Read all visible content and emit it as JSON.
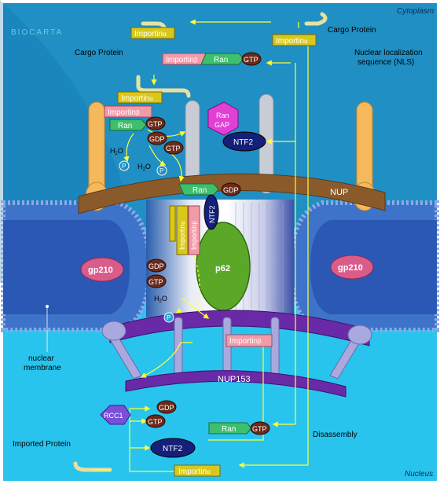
{
  "logo": "BIOCARTA",
  "regions": {
    "cytoplasm": "Cytoplasm",
    "nucleus": "Nucleus"
  },
  "labels": {
    "cargo_protein_top": "Cargo Protein",
    "cargo_protein_left": "Cargo Protein",
    "nls": [
      "Nuclear localization",
      "sequence (NLS)"
    ],
    "nup": "NUP",
    "nup153": "NUP153",
    "p62": "p62",
    "gp210": "gp210",
    "nuclear_membrane": [
      "nuclear",
      "membrane"
    ],
    "imported_protein": "Imported Protein",
    "disassembly": "Disassembly",
    "ran_gap": [
      "Ran",
      "GAP"
    ],
    "rcc1": "RCC1",
    "ntf2": "NTF2",
    "importin_alpha": "Importin",
    "importin_beta": "Importin",
    "alpha_sym": "α",
    "beta_sym": "β",
    "ran": "Ran",
    "gtp": "GTP",
    "gdp": "GDP",
    "h2o": "H",
    "h2o_sub": "2",
    "h2o_o": "O",
    "pi": "P"
  },
  "colors": {
    "cytoplasm": "#1f8fc4",
    "nucleus": "#29c4ee",
    "nup_ring": "#8b5a2b",
    "nup153": "#6a2aa8",
    "importin_alpha": "#d9c81a",
    "importin_beta": "#f39aa8",
    "ran": "#3dbf6e",
    "ran_gap": "#e23fd6",
    "ntf2": "#15207a",
    "p62": "#5ba829",
    "gp210": "#d95c8a",
    "rcc1": "#7b4fd8",
    "arrows": "#ffff33"
  }
}
